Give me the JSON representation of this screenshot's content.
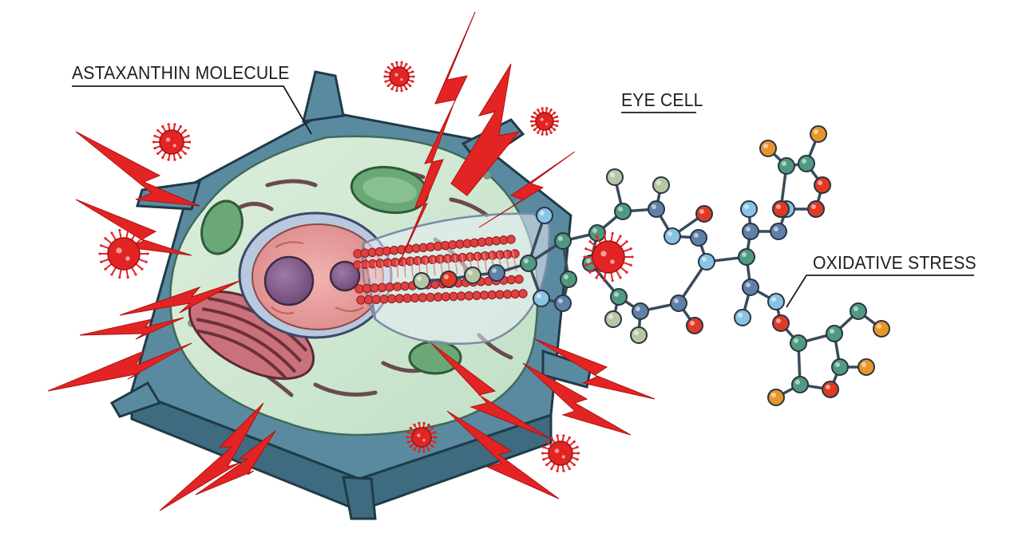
{
  "labels": {
    "astaxanthin": "ASTAXANTHIN MOLECULE",
    "eye_cell": "EYE CELL",
    "oxidative_stress": "OXIDATIVE STRESS"
  },
  "colors": {
    "membrane": "#4f7f93",
    "cytoplasm": "#cfe6cf",
    "nucleus": "#e79a9a",
    "nucleolus": "#7f5a86",
    "mitochondria": "#b8626c",
    "lightning": "#e32424",
    "free_radical": "#e32424",
    "atom_green": "#4f9a7f",
    "atom_blue": "#5f80a8",
    "atom_lightblue": "#88c4e6",
    "atom_red": "#df3a25",
    "atom_orange": "#e8962c",
    "atom_grey": "#b7c6a4"
  },
  "icons": [
    "lightning-bolt-icon",
    "free-radical-icon",
    "atom-icon"
  ]
}
